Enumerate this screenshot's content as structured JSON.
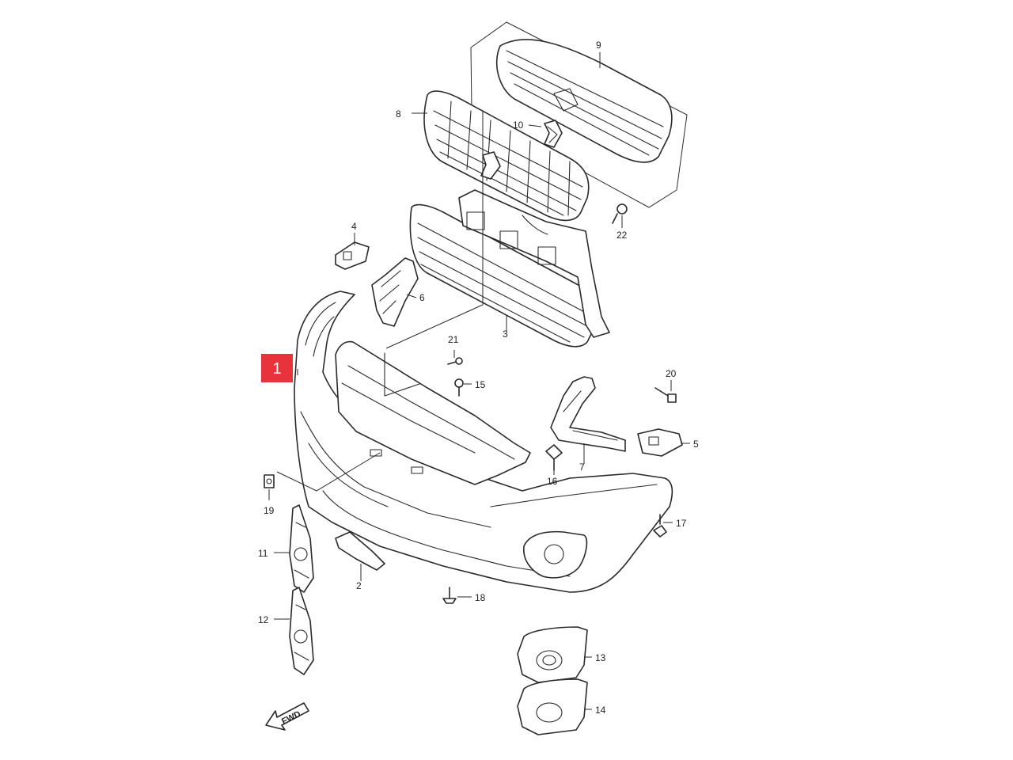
{
  "diagram": {
    "highlight_badge": {
      "label": "1",
      "color": "#e8323c"
    },
    "callouts": [
      {
        "id": "c1",
        "label": "2"
      },
      {
        "id": "c2",
        "label": "3"
      },
      {
        "id": "c3",
        "label": "4"
      },
      {
        "id": "c4",
        "label": "5"
      },
      {
        "id": "c5",
        "label": "6"
      },
      {
        "id": "c6",
        "label": "7"
      },
      {
        "id": "c7",
        "label": "8"
      },
      {
        "id": "c8",
        "label": "9"
      },
      {
        "id": "c9",
        "label": "10"
      },
      {
        "id": "c10",
        "label": "11"
      },
      {
        "id": "c11",
        "label": "12"
      },
      {
        "id": "c12",
        "label": "13"
      },
      {
        "id": "c13",
        "label": "14"
      },
      {
        "id": "c14",
        "label": "15"
      },
      {
        "id": "c15",
        "label": "16"
      },
      {
        "id": "c16",
        "label": "17"
      },
      {
        "id": "c17",
        "label": "18"
      },
      {
        "id": "c18",
        "label": "19"
      },
      {
        "id": "c19",
        "label": "20"
      },
      {
        "id": "c20",
        "label": "21"
      },
      {
        "id": "c21",
        "label": "22"
      }
    ],
    "direction_marker": {
      "label": "FWD"
    }
  }
}
